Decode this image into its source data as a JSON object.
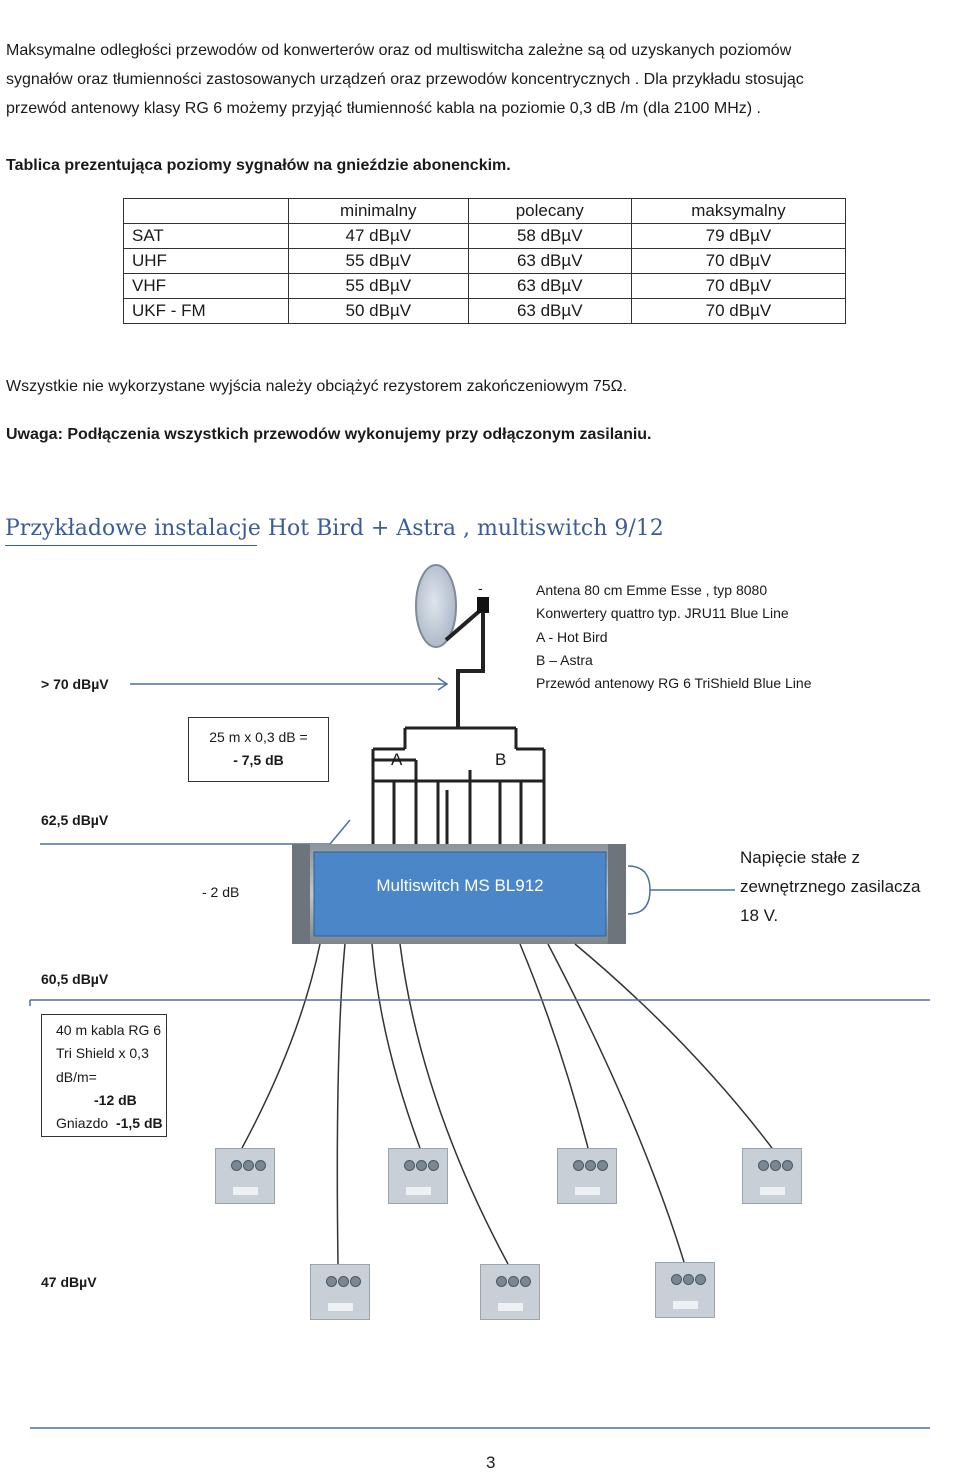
{
  "intro": {
    "line1": "Maksymalne odległości przewodów od konwerterów oraz od multiswitcha zależne są od uzyskanych poziomów",
    "line2": "sygnałów oraz tłumienności zastosowanych urządzeń  oraz przewodów koncentrycznych . Dla przykładu stosując",
    "line3": "przewód antenowy klasy RG 6 możemy przyjąć tłumienność kabla na poziomie 0,3 dB /m (dla 2100 MHz) ."
  },
  "table_title": "Tablica prezentująca poziomy sygnałów na gnieździe abonenckim.",
  "table": {
    "headers": [
      "",
      "minimalny",
      "polecany",
      "maksymalny"
    ],
    "rows": [
      [
        "SAT",
        "47 dBµV",
        "58 dBµV",
        "79 dBµV"
      ],
      [
        "UHF",
        "55 dBµV",
        "63 dBµV",
        "70 dBµV"
      ],
      [
        "VHF",
        "55 dBµV",
        "63 dBµV",
        "70 dBµV"
      ],
      [
        "UKF - FM",
        "50 dBµV",
        "63 dBµV",
        "70 dBµV"
      ]
    ]
  },
  "note1": "Wszystkie nie wykorzystane wyjścia należy obciążyć rezystorem zakończeniowym 75Ω.",
  "note2": "Uwaga: Podłączenia wszystkich przewodów wykonujemy przy odłączonym zasilaniu.",
  "section_heading": "Przykładowe instalacje  Hot Bird + Astra , multiswitch  9/12",
  "diagram": {
    "lnb_mark": "-",
    "legend": [
      "Antena 80 cm Emme Esse , typ 8080",
      "Konwertery  quattro typ. JRU11 Blue Line",
      "A - Hot Bird",
      "B – Astra",
      "Przewód antenowy  RG 6 TriShield  Blue Line"
    ],
    "level_top": "> 70 dBµV",
    "loss_box_line1": "25 m x 0,3 dB =",
    "loss_box_line2": "- 7,5 dB",
    "label_a": "A",
    "label_b": "B",
    "level_mid": "62,5 dBµV",
    "ms_loss": "- 2 dB",
    "multiswitch_label": "Multiswitch  MS BL912",
    "power_line1": "Napięcie stałe z",
    "power_line2": "zewnętrznego zasilacza",
    "power_line3": "18 V.",
    "level_after": "60,5 dBµV",
    "cable_box_line1": "40 m kabla RG 6",
    "cable_box_line2": "Tri Shield x 0,3",
    "cable_box_line3": "dB/m=",
    "cable_box_line4": "-12 dB",
    "cable_box_line5a": "Gniazdo",
    "cable_box_line5b": "-1,5 dB",
    "level_socket": "47 dBµV"
  },
  "page_number": "3",
  "colors": {
    "heading": "#3a5c9a",
    "multiswitch": "#4a86c8",
    "dish": "#c6cfdc",
    "socket": "#c9cfd6"
  }
}
